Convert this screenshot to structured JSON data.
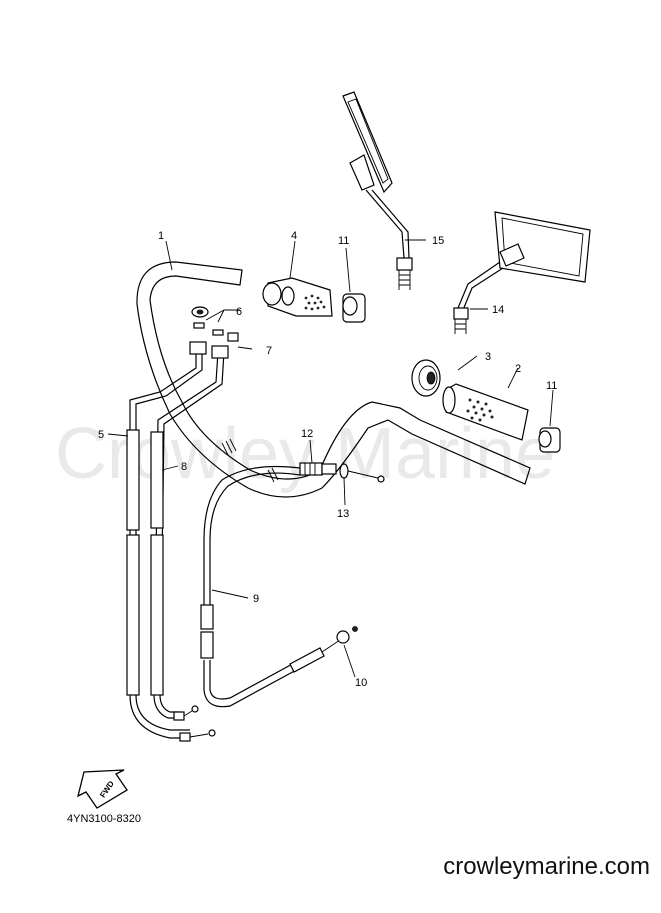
{
  "watermark": "Crowley Marine",
  "diagram_code": "4YN3100-8320",
  "fwd_label": "FWD",
  "footer_url": "crowleymarine.com",
  "callouts": {
    "c1": "1",
    "c2": "2",
    "c3": "3",
    "c4": "4",
    "c5": "5",
    "c6": "6",
    "c7": "7",
    "c8": "8",
    "c9": "9",
    "c10": "10",
    "c11a": "11",
    "c11b": "11",
    "c12": "12",
    "c13": "13",
    "c14": "14",
    "c15": "15"
  }
}
